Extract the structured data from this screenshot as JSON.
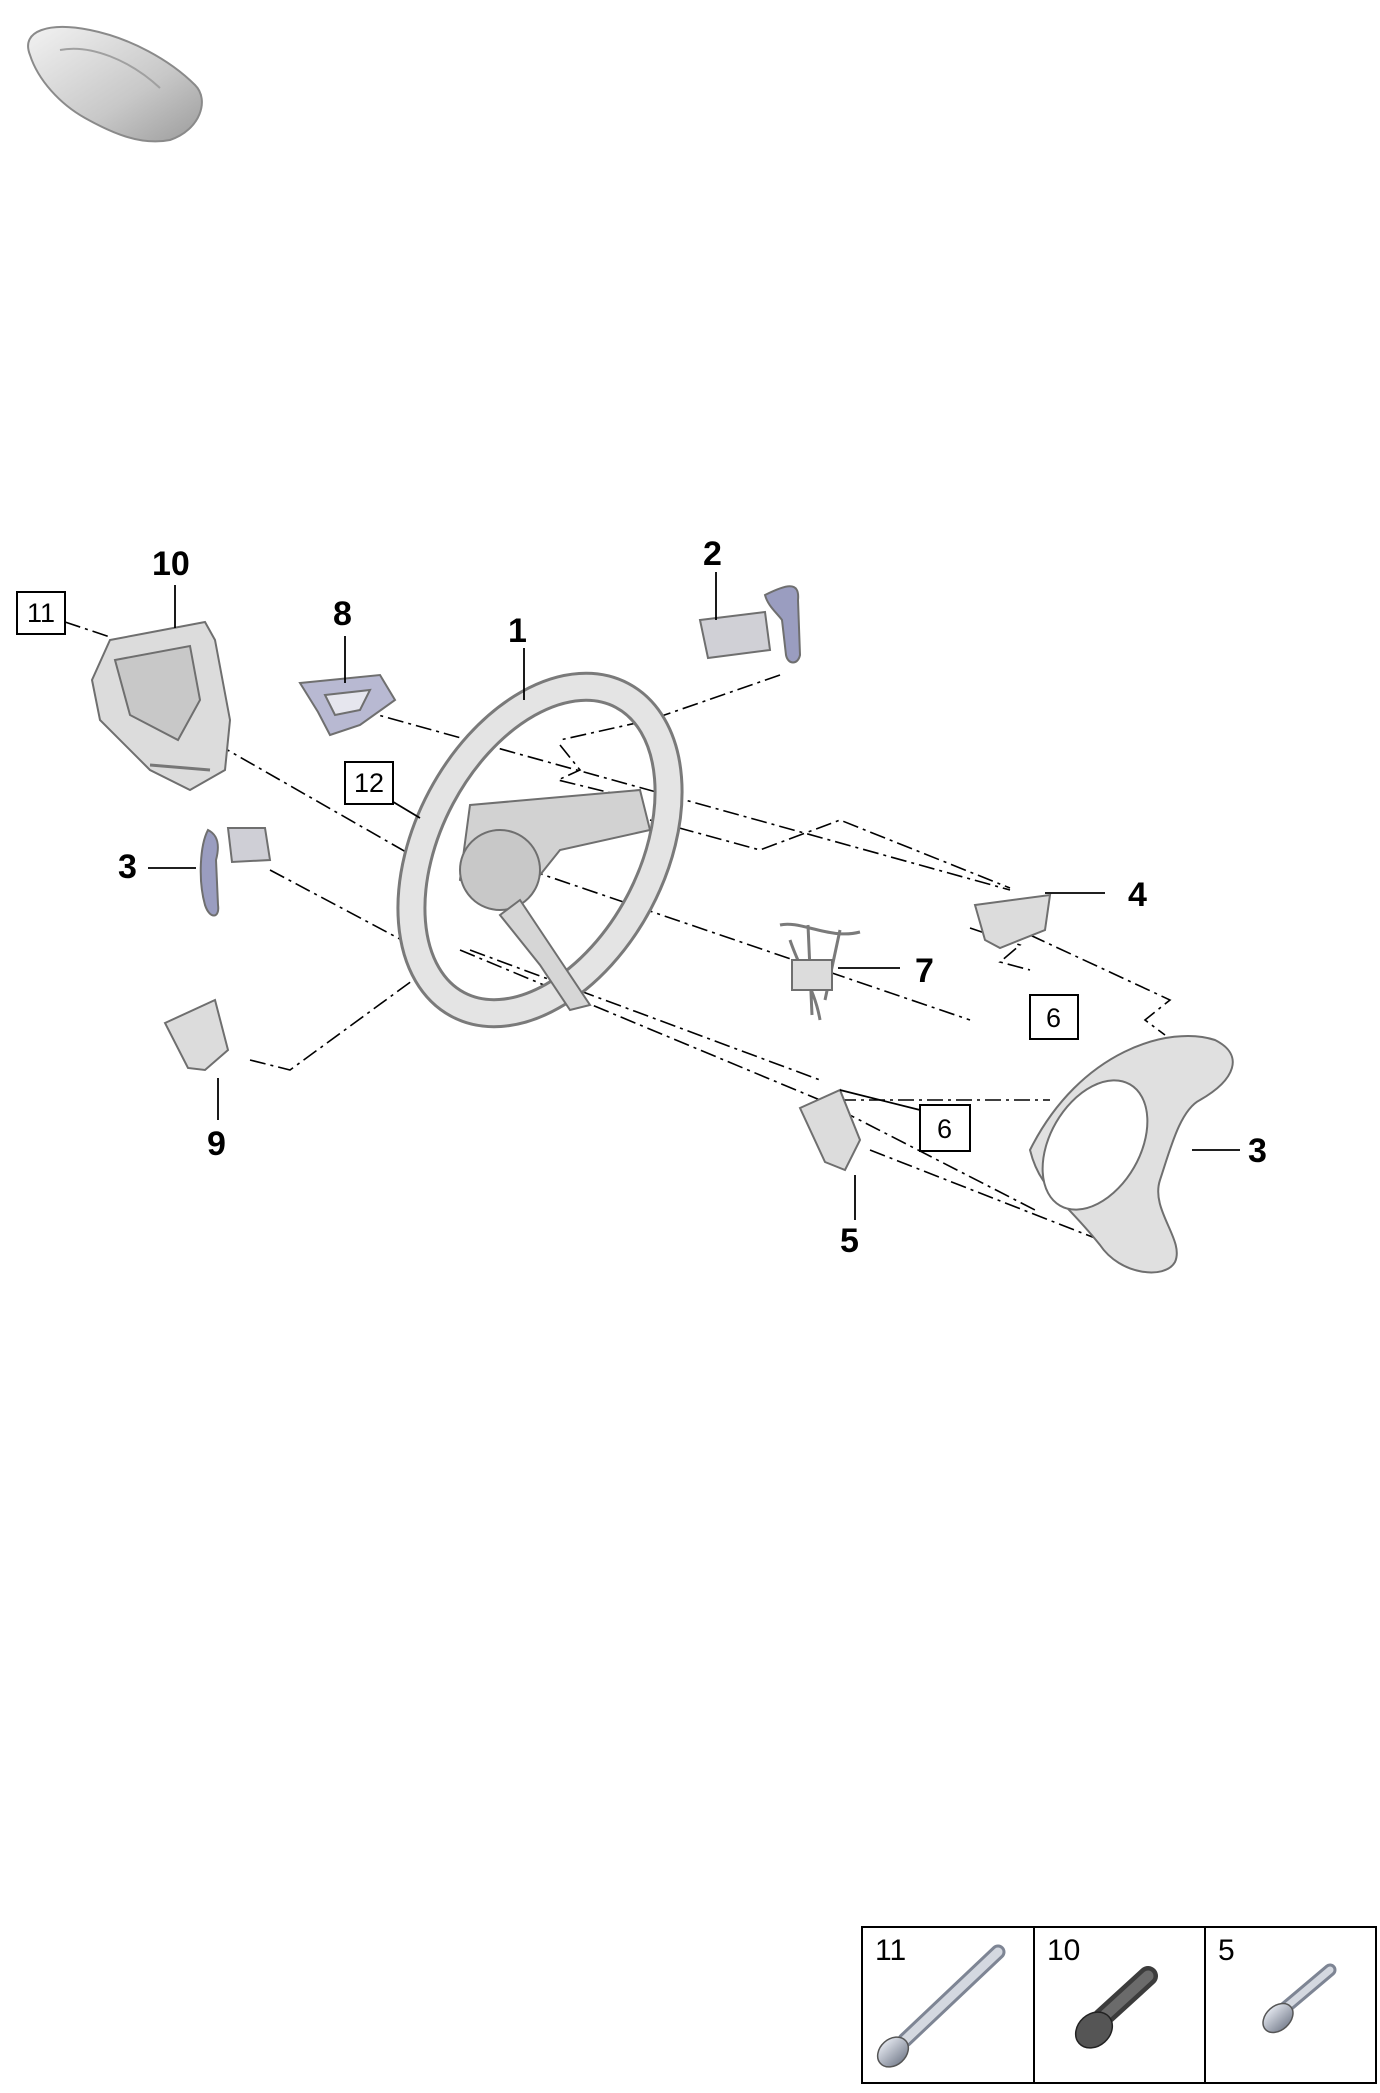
{
  "callouts": {
    "c1": "1",
    "c2": "2",
    "c3_left": "3",
    "c3_right": "3",
    "c4": "4",
    "c5": "5",
    "c7": "7",
    "c8": "8",
    "c9": "9",
    "c10": "10"
  },
  "boxed_callouts": {
    "b11": "11",
    "b12": "12",
    "b6_upper": "6",
    "b6_lower": "6"
  },
  "fastener_table": [
    {
      "label": "11",
      "icon": "long-bolt-icon"
    },
    {
      "label": "10",
      "icon": "short-bolt-icon"
    },
    {
      "label": "5",
      "icon": "small-screw-icon"
    }
  ],
  "icons": {
    "vehicle": "car-thumbnail-icon",
    "steering_wheel": "steering-wheel-icon",
    "paddle_right": "shift-paddle-icon",
    "paddle_left": "shift-paddle-icon",
    "column_cover": "steering-column-trim-icon",
    "wiring": "wiring-harness-icon",
    "trim_cover": "trim-cover-icon"
  },
  "colors": {
    "part_fill": "#dcdcdc",
    "paddle_fill": "#9a9dc0",
    "line": "#000000"
  }
}
